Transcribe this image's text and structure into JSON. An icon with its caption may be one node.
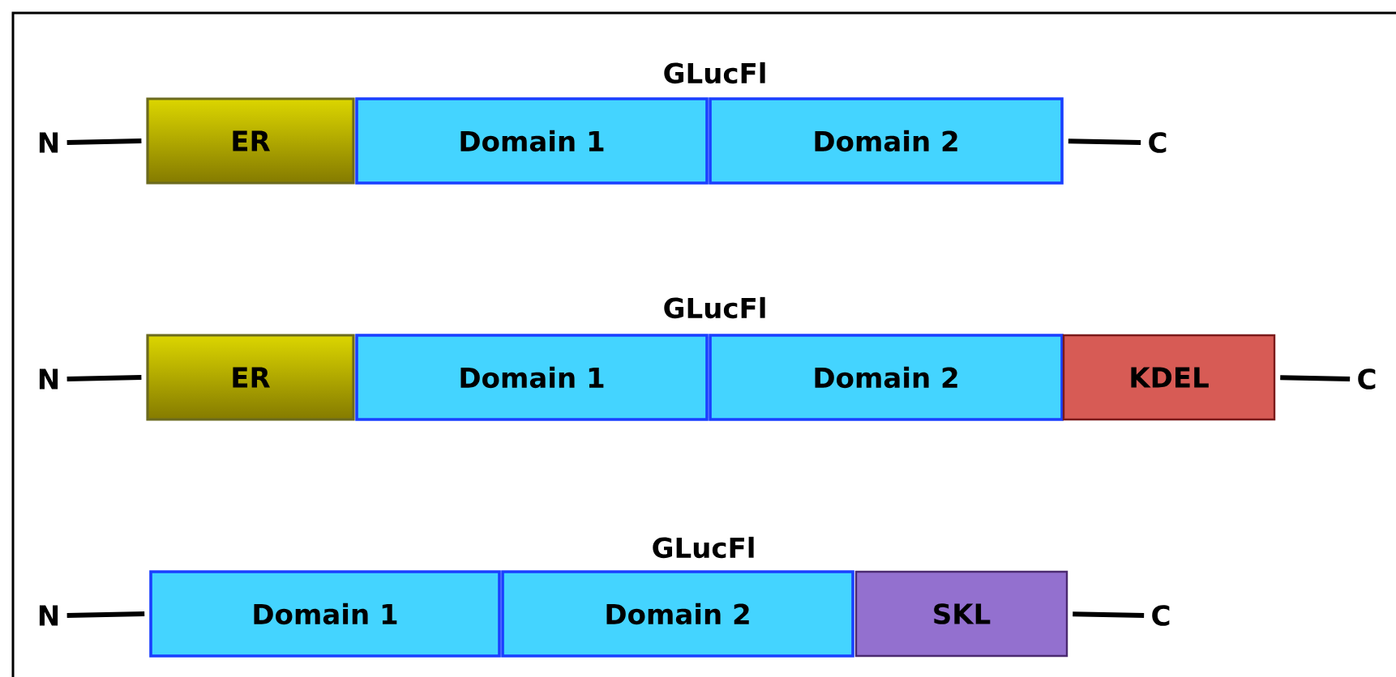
{
  "diagram": {
    "nodes": [
      {
        "text": [
          "N"
        ]
      },
      {
        "text": [
          "ER"
        ]
      },
      {
        "text": [
          "Domain 1"
        ]
      },
      {
        "text": [
          "Domain 2"
        ]
      },
      {
        "text": [
          "C"
        ]
      },
      {
        "text": [
          "N"
        ]
      },
      {
        "text": [
          "ER"
        ]
      },
      {
        "text": [
          "Domain 1"
        ]
      },
      {
        "text": [
          "Domain 2"
        ]
      },
      {
        "text": [
          "KDEL"
        ]
      },
      {
        "text": [
          "C"
        ]
      },
      {
        "text": [
          "N"
        ]
      },
      {
        "text": [
          "Domain 1"
        ]
      },
      {
        "text": [
          "Domain 2"
        ]
      },
      {
        "text": [
          "SKL"
        ]
      },
      {
        "text": [
          "C"
        ]
      }
    ],
    "edges": [
      {
        "from": 0,
        "to": 1,
        "arrow": "none"
      },
      {
        "from": 3,
        "to": 4,
        "arrow": "none"
      },
      {
        "from": 5,
        "to": 6,
        "arrow": "none"
      },
      {
        "from": 9,
        "to": 10,
        "arrow": "none"
      },
      {
        "from": 11,
        "to": 12,
        "arrow": "none"
      },
      {
        "from": 14,
        "to": 15,
        "arrow": "none"
      }
    ],
    "labels": [
      "GLucFl",
      "GLucFl",
      "GLucFl"
    ]
  }
}
